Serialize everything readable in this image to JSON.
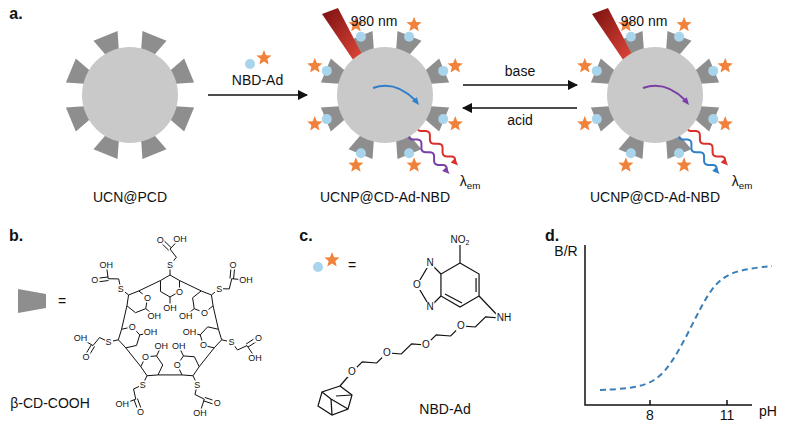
{
  "diagram": {
    "nodes": [
      {
        "text": [
          "UCN@PCD"
        ]
      },
      {
        "text": [
          "UCNP@CD-Ad-NBD"
        ]
      },
      {
        "text": [
          "UCNP@CD-Ad-NBD"
        ]
      }
    ],
    "edges": [
      {
        "from": 0,
        "to": 1,
        "arrow": "to",
        "label": "NBD-Ad"
      },
      {
        "from": 1,
        "to": 2,
        "arrow": "to",
        "label": "base"
      },
      {
        "from": 2,
        "to": 1,
        "arrow": "to",
        "label": "acid"
      }
    ],
    "labels": [
      "a.",
      "b.",
      "c.",
      "d.",
      "980 nm",
      "λem",
      "980 nm",
      "λem",
      "=",
      "β-CD-COOH",
      "=",
      "NO2",
      "N",
      "O",
      "N",
      "NH",
      "O",
      "O",
      "O",
      "O",
      "NBD-Ad",
      "B/R",
      "8",
      "11",
      "pH",
      "O",
      "OH",
      "S",
      "OH",
      "O",
      "O",
      "OH",
      "S",
      "OH",
      "O",
      "O",
      "OH",
      "S",
      "OH",
      "O",
      "O",
      "OH",
      "S",
      "OH",
      "O",
      "O",
      "OH",
      "S",
      "OH",
      "O",
      "O",
      "OH",
      "S",
      "OH",
      "O",
      "O",
      "OH",
      "S",
      "OH",
      "O"
    ]
  }
}
